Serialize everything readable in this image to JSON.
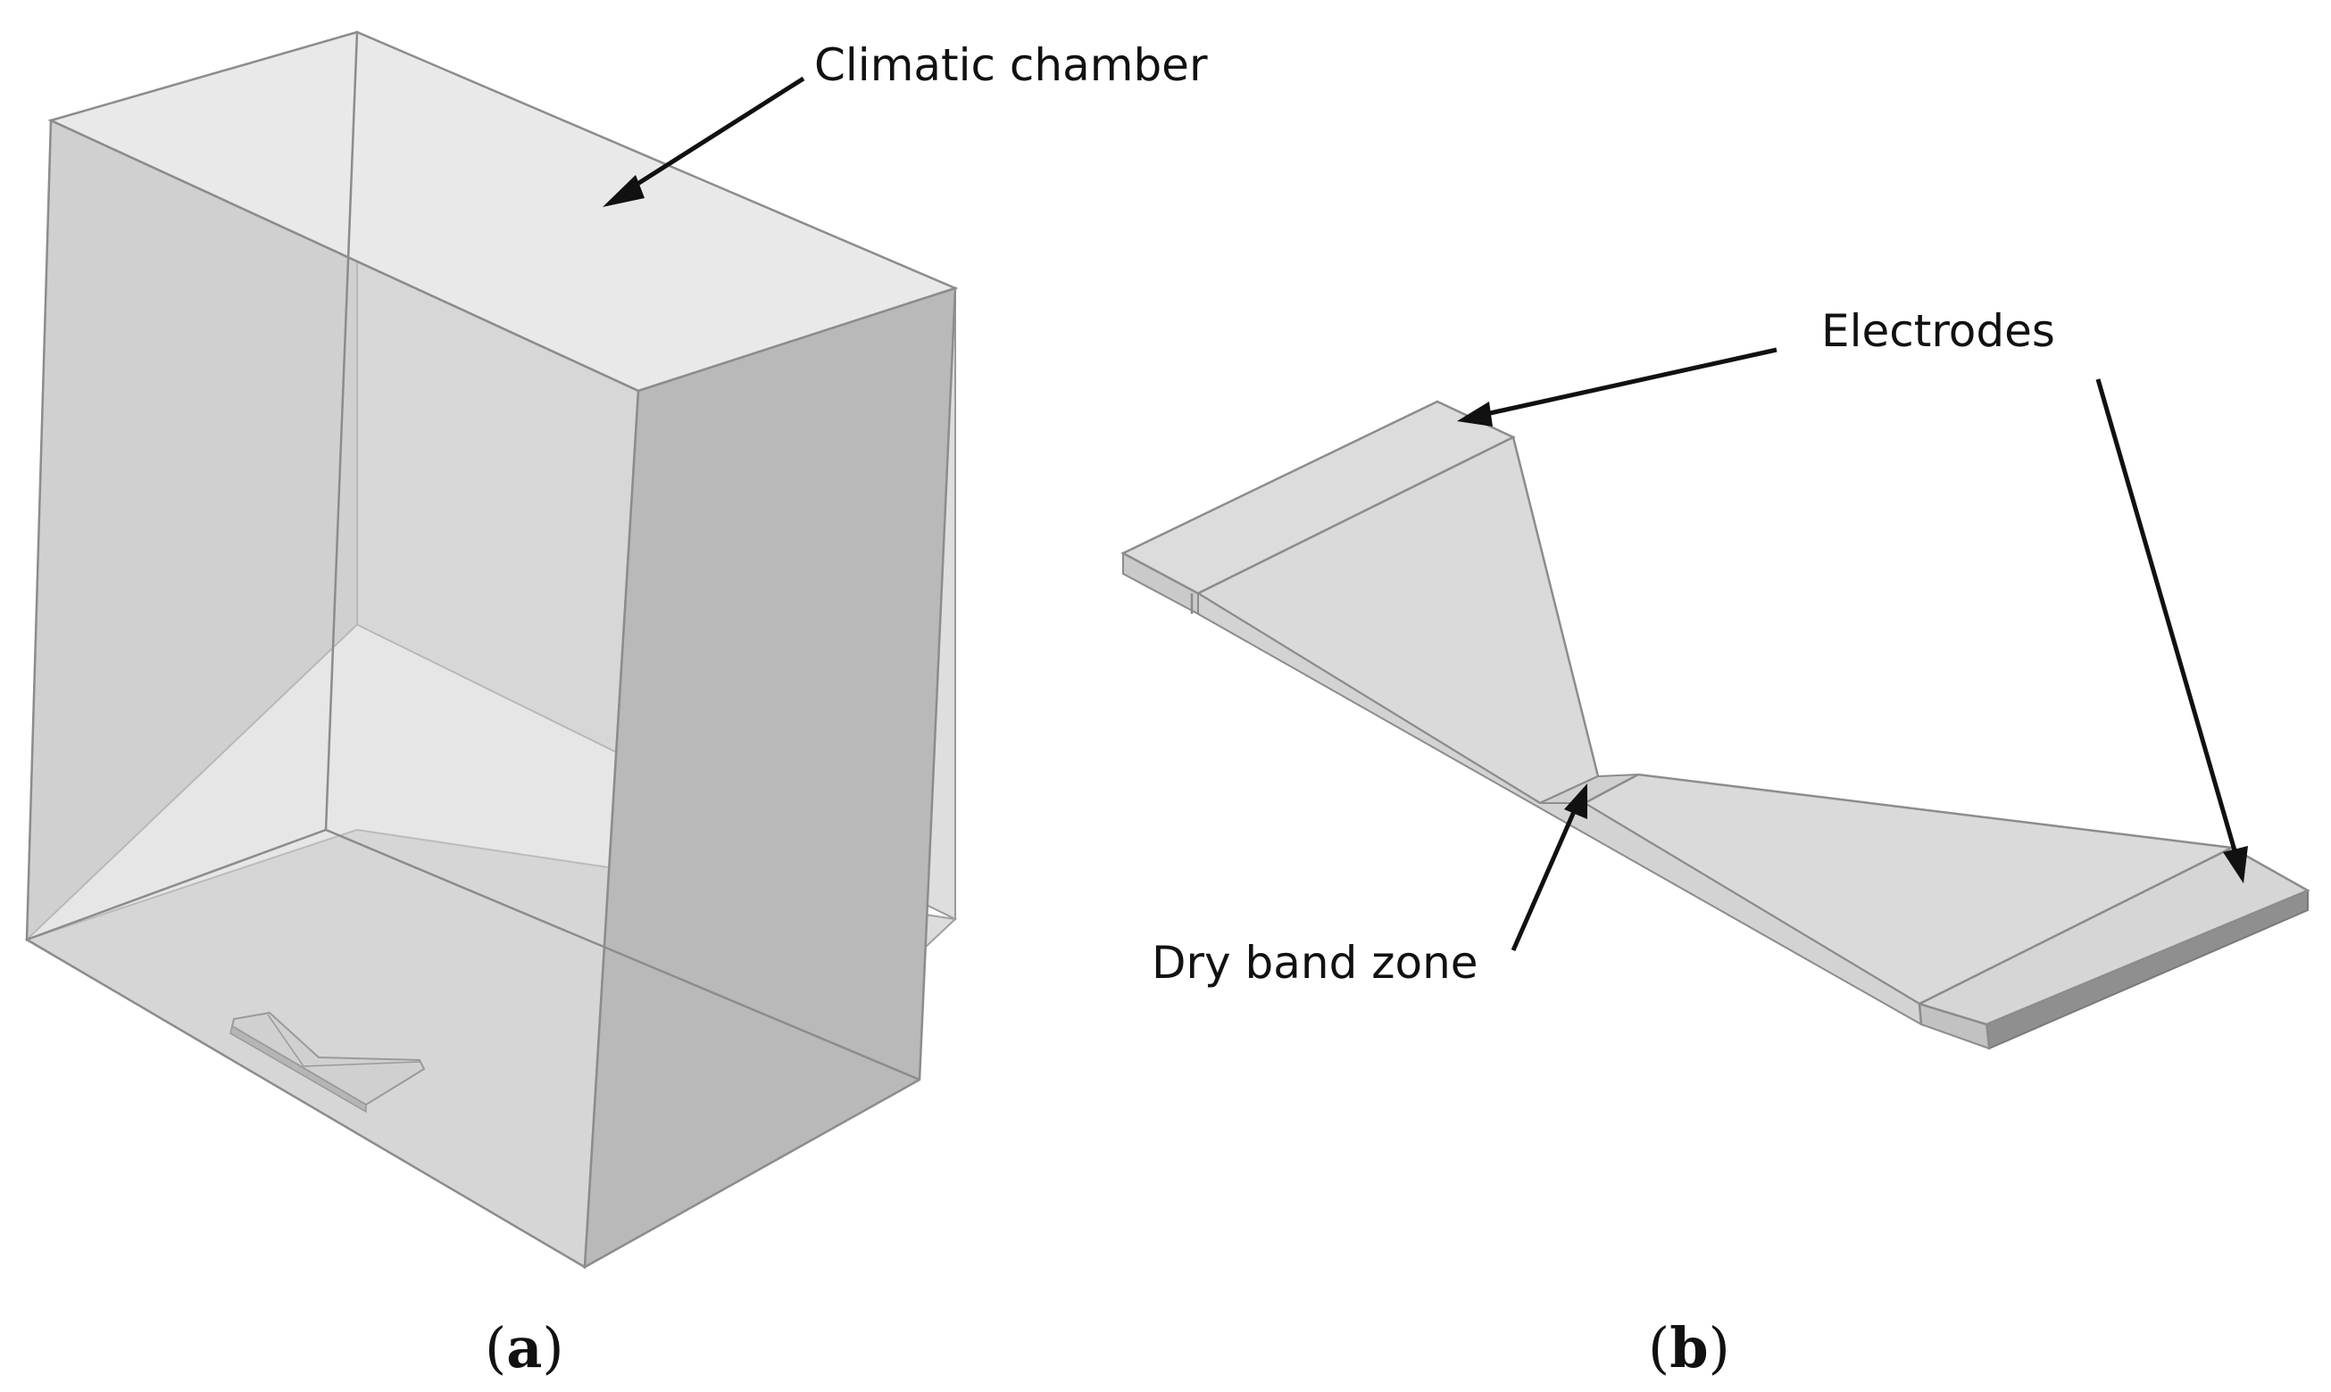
{
  "panels": [
    {
      "id": "a",
      "label_open": "(",
      "label_letter": "a",
      "label_close": ")",
      "callouts": [
        {
          "text": "Climatic chamber"
        }
      ]
    },
    {
      "id": "b",
      "label_open": "(",
      "label_letter": "b",
      "label_close": ")",
      "callouts": [
        {
          "text": "Electrodes"
        },
        {
          "text": "Dry band zone"
        }
      ]
    }
  ],
  "colors": {
    "chamber_fill": "#d6d6d6",
    "chamber_top": "#e8e8e8",
    "chamber_side": "#bdbdbd",
    "sample_top": "#dcdcdc",
    "sample_side": "#c8c8c8",
    "sample_end": "#8f8f8f",
    "edge": "#8c8c8c",
    "text": "#111111"
  }
}
